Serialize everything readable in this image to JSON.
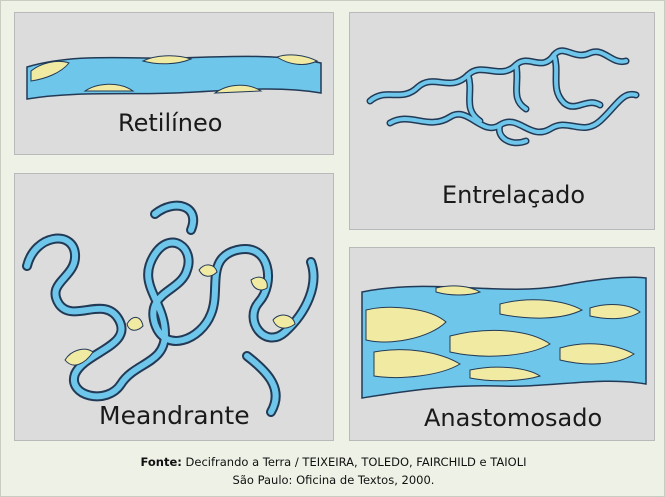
{
  "panels": {
    "retilineo": {
      "label": "Retilíneo"
    },
    "entrelacado": {
      "label": "Entrelaçado"
    },
    "meandrante": {
      "label": "Meandrante"
    },
    "anastomosado": {
      "label": "Anastomosado"
    }
  },
  "caption": {
    "source_prefix": "Fonte:",
    "source_line1": " Decifrando a Terra / TEIXEIRA, TOLEDO, FAIRCHILD e TAIOLI",
    "source_line2": "São Paulo: Oficina de Textos, 2000."
  },
  "colors": {
    "river": "#6ec6ea",
    "river_outline": "#233a56",
    "sandbar": "#f1eaa2",
    "panel_bg": "#dcdcdc",
    "frame_bg": "#eef1e6"
  }
}
